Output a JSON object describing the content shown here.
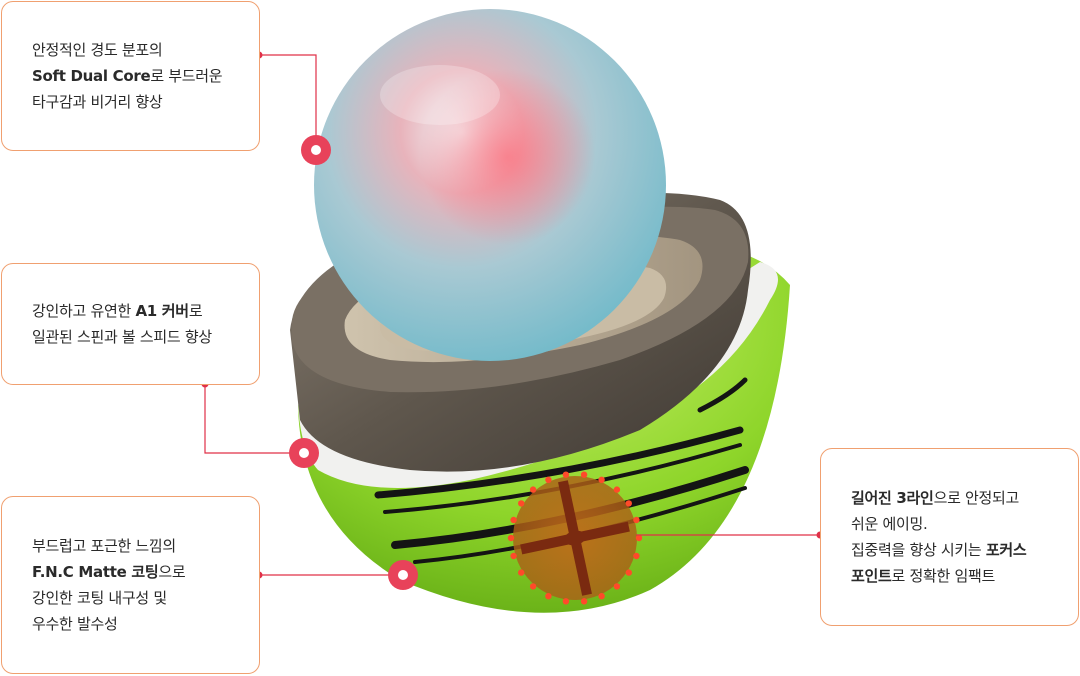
{
  "callouts": [
    {
      "id": "core",
      "lines": [
        [
          {
            "text": "안정적인 경도 분포의",
            "bold": false
          }
        ],
        [
          {
            "text": "Soft Dual Core",
            "bold": true
          },
          {
            "text": "로 부드러운",
            "bold": false
          }
        ],
        [
          {
            "text": "타구감과 비거리 향상",
            "bold": false
          }
        ]
      ]
    },
    {
      "id": "cover",
      "lines": [
        [
          {
            "text": "강인하고 유연한 ",
            "bold": false
          },
          {
            "text": "A1 커버",
            "bold": true
          },
          {
            "text": "로",
            "bold": false
          }
        ],
        [
          {
            "text": "일관된 스핀과 볼 스피드 향상",
            "bold": false
          }
        ]
      ]
    },
    {
      "id": "coating",
      "lines": [
        [
          {
            "text": "부드럽고 포근한 느낌의",
            "bold": false
          }
        ],
        [
          {
            "text": "F.N.C Matte 코팅",
            "bold": true
          },
          {
            "text": "으로",
            "bold": false
          }
        ],
        [
          {
            "text": "강인한 코팅 내구성 및",
            "bold": false
          }
        ],
        [
          {
            "text": "우수한 발수성",
            "bold": false
          }
        ]
      ]
    },
    {
      "id": "alignment",
      "lines": [
        [
          {
            "text": "길어진 3라인",
            "bold": true
          },
          {
            "text": "으로 안정되고",
            "bold": false
          }
        ],
        [
          {
            "text": "쉬운 에이밍.",
            "bold": false
          }
        ],
        [
          {
            "text": "집중력을 향상 시키는 ",
            "bold": false
          },
          {
            "text": "포커스",
            "bold": true
          }
        ],
        [
          {
            "text": "포인트",
            "bold": true
          },
          {
            "text": "로 정확한 임팩트",
            "bold": false
          }
        ]
      ]
    }
  ],
  "colors": {
    "callout_border": "#f0a070",
    "leader_line": "#e03048",
    "core_ball": "#8fd3e0",
    "mantle_ring": "#6e655a",
    "cover_shell": "#8ed52a",
    "focus_point": "#e8541e"
  }
}
